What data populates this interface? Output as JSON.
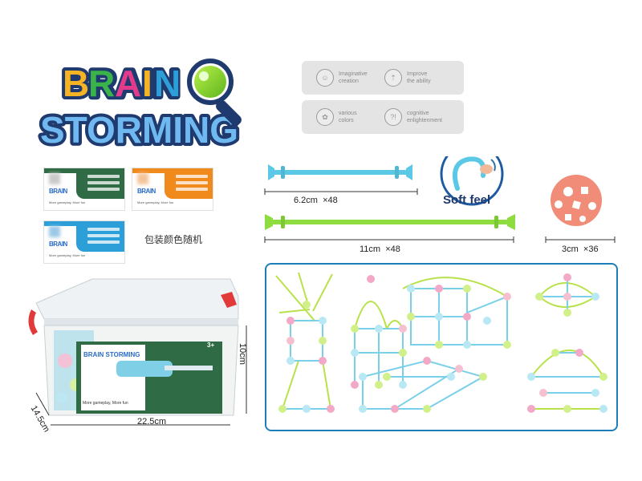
{
  "logo": {
    "line1": "BRAIN",
    "line2": "STORMING"
  },
  "features": [
    {
      "icon": "lightbulb-head-icon",
      "line1": "Imaginative",
      "line2": "creation"
    },
    {
      "icon": "growth-icon",
      "line1": "Improve",
      "line2": "the ability"
    },
    {
      "icon": "palette-icon",
      "line1": "various",
      "line2": "colors"
    },
    {
      "icon": "question-icon",
      "line1": "cognitive",
      "line2": "enlightenment"
    }
  ],
  "packaging": {
    "note": "包装颜色随机",
    "cards": [
      {
        "color": "#2f6b45",
        "mini_logo": "BRAIN",
        "tagline": "More gameplay, More fun"
      },
      {
        "color": "#f08a1c",
        "mini_logo": "BRAIN",
        "tagline": "More gameplay, More fun"
      },
      {
        "color": "#2d9fd8",
        "mini_logo": "BRAIN",
        "tagline": "More gameplay, More fun"
      }
    ]
  },
  "parts": {
    "short_stick": {
      "length": "6.2cm",
      "qty": "×48",
      "color": "#5bc8e6"
    },
    "long_stick": {
      "length": "11cm",
      "qty": "×48",
      "color": "#8edc3f"
    },
    "ball": {
      "size": "3cm",
      "qty": "×36",
      "color": "#f08c78"
    },
    "soft_feel": "Soft feel"
  },
  "box": {
    "width": "22.5cm",
    "depth": "14.5cm",
    "height": "10cm",
    "label_logo": "BRAIN STORMING",
    "label_tagline": "More gameplay, More fun",
    "age": "3+",
    "handle_color": "#e23a3a"
  }
}
